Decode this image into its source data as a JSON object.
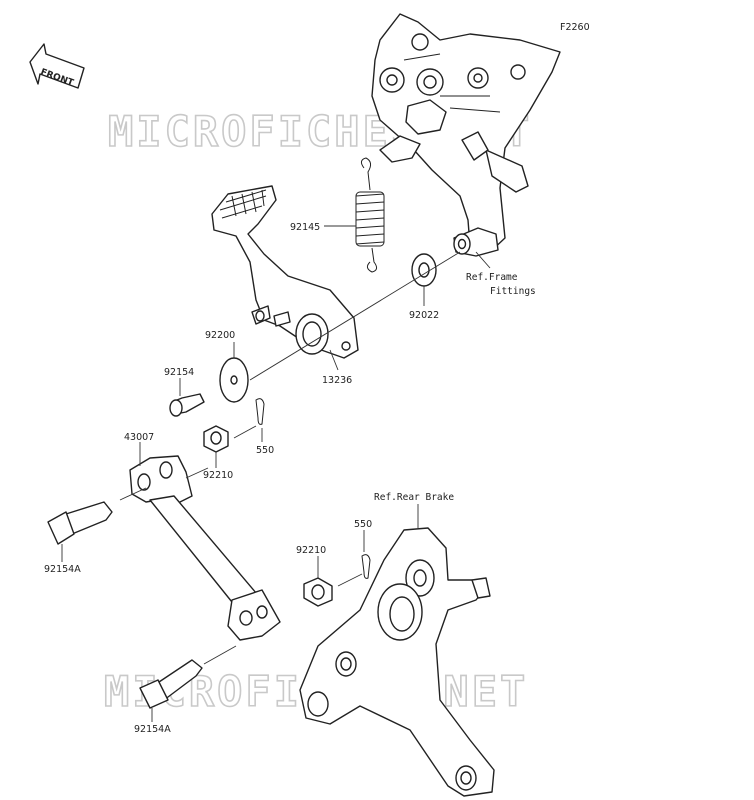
{
  "diagram_id": "F2260",
  "front_badge": "FRONT",
  "watermark": "MICROFICHES.NET",
  "refs": {
    "frame_line1": "Ref.Frame",
    "frame_line2": "Fittings",
    "rear_brake": "Ref.Rear Brake"
  },
  "callouts": {
    "spring": "92145",
    "washer_right": "92022",
    "washer_left": "92200",
    "bolt_upper": "92154",
    "bushing": "13236",
    "rod": "43007",
    "cotter_upper": "550",
    "nut_upper": "92210",
    "bolt_left": "92154A",
    "nut_lower": "92210",
    "cotter_lower": "550",
    "bolt_lower": "92154A"
  }
}
